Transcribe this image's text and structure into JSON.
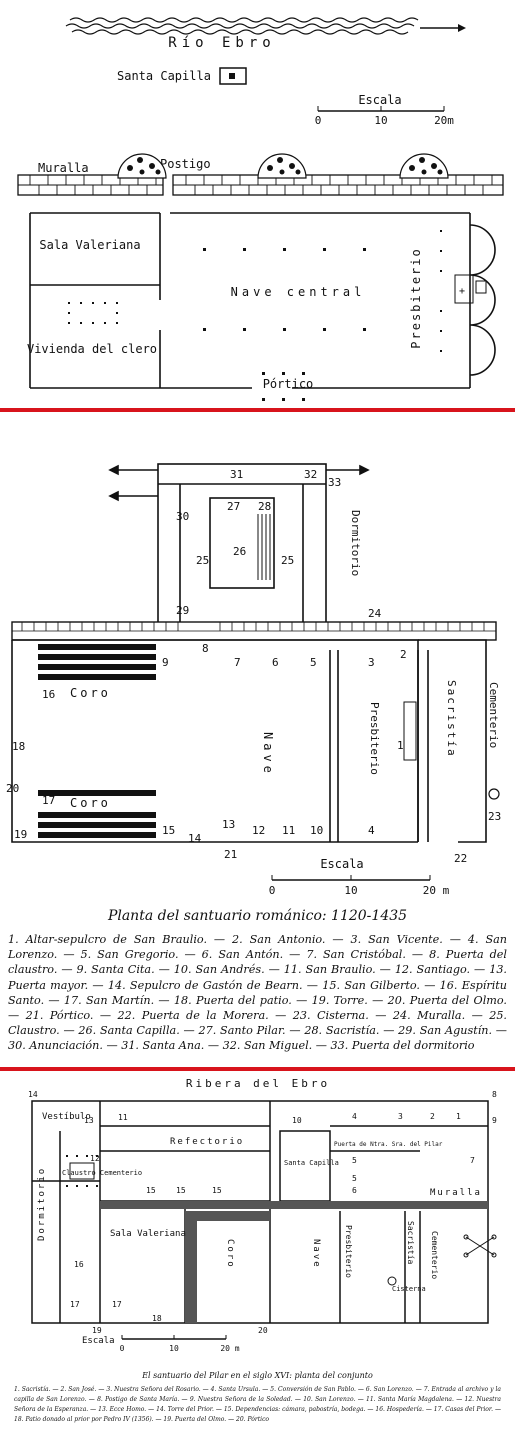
{
  "plan1": {
    "river": "Río Ebro",
    "capilla": "Santa Capilla",
    "scale_title": "Escala",
    "scale_ticks": [
      "0",
      "10",
      "20m"
    ],
    "muralla": "Muralla",
    "postigo": "Postigo",
    "sala": "Sala Valeriana",
    "vivienda": "Vivienda del clero",
    "nave": "Nave central",
    "presbiterio": "Presbiterio",
    "portico": "Pórtico"
  },
  "plan2": {
    "numbers_top": [
      "31",
      "32",
      "27",
      "28",
      "30",
      "33",
      "26",
      "25",
      "25",
      "29",
      "24"
    ],
    "numbers_wall": [
      "9",
      "8",
      "7",
      "6",
      "5",
      "3",
      "2"
    ],
    "numbers_body": [
      "16",
      "18",
      "20",
      "17",
      "19",
      "1",
      "15",
      "14",
      "13",
      "12",
      "11",
      "10",
      "4",
      "21",
      "22",
      "23"
    ],
    "coro": "Coro",
    "coro2": "Coro",
    "nave": "Nave",
    "presbiterio": "Presbiterio",
    "sacristia": "Sacristía",
    "cementerio": "Cementerio",
    "dormitorio": "Dormitorio",
    "escala": "Escala",
    "scale_ticks": [
      "0",
      "10",
      "20 m"
    ],
    "title": "Planta del santuario románico: 1120-1435",
    "legend": "1. Altar-sepulcro de San Braulio. — 2. San Antonio. — 3. San Vicente. — 4. San Lorenzo. — 5. San Gregorio. — 6. San Antón. — 7. San Cristóbal. — 8. Puerta del claustro. — 9. Santa Cita. — 10. San Andrés. — 11. San Braulio. — 12. Santiago. — 13. Puerta mayor. — 14. Sepulcro de Gastón de Bearn. — 15. San Gilberto. — 16. Espíritu Santo. — 17. San Martín. — 18. Puerta del patio. — 19. Torre. — 20. Puerta del Olmo. — 21. Pórtico. — 22. Puerta de la Morera. — 23. Cisterna. — 24. Muralla. — 25. Claustro. — 26. Santa Capilla. — 27. Santo Pilar. — 28. Sacristía. — 29. San Agustín. — 30. Anunciación. — 31. Santa Ana. — 32. San Miguel. — 33. Puerta del dormitorio"
  },
  "plan3": {
    "ribera": "Ribera del Ebro",
    "vestibulo": "Vestíbulo",
    "refectorio": "Refectorio",
    "dormitorio": "Dormitorio",
    "claustro": "Claustro Cementerio",
    "santa_capilla": "Santa Capilla",
    "puerta_label": "Puerta de Ntra. Sra. del Pilar",
    "muralla": "Muralla",
    "sala": "Sala Valeriana",
    "coro": "Coro",
    "nave": "Nave",
    "presbiterio": "Presbiterio",
    "sacristia": "Sacristía",
    "cementerio": "Cementerio",
    "cisterna": "Cisterna",
    "escala": "Escala",
    "scale_ticks": [
      "0",
      "10",
      "20 m"
    ],
    "numbers": [
      "14",
      "13",
      "12",
      "11",
      "15",
      "15",
      "15",
      "16",
      "17",
      "17",
      "18",
      "19",
      "20",
      "4",
      "3",
      "2",
      "1",
      "5",
      "5",
      "6",
      "7",
      "8",
      "9",
      "10"
    ],
    "title": "El santuario del Pilar en el siglo XVI: planta del conjunto",
    "legend": "1. Sacristía. — 2. San José. — 3. Nuestra Señora del Rosario. — 4. Santa Ursula. — 5. Conversión de San Pablo. — 6. San Lorenzo. — 7. Entrada al archivo y la capilla de San Lorenzo. — 8. Postigo de Santa María. — 9. Nuestra Señora de la Soledad. — 10. San Lorenzo. — 11. Santa María Magdalena. — 12. Nuestra Señora de la Esperanza. — 13. Ecce Homo. — 14. Torre del Prior. — 15. Dependencias: cámara, pabostría, bodega. — 16. Hospedería. — 17. Casas del Prior. — 18. Patio donado al prior por Pedro IV (1356). — 19. Puerta del Olmo. — 20. Pórtico"
  }
}
